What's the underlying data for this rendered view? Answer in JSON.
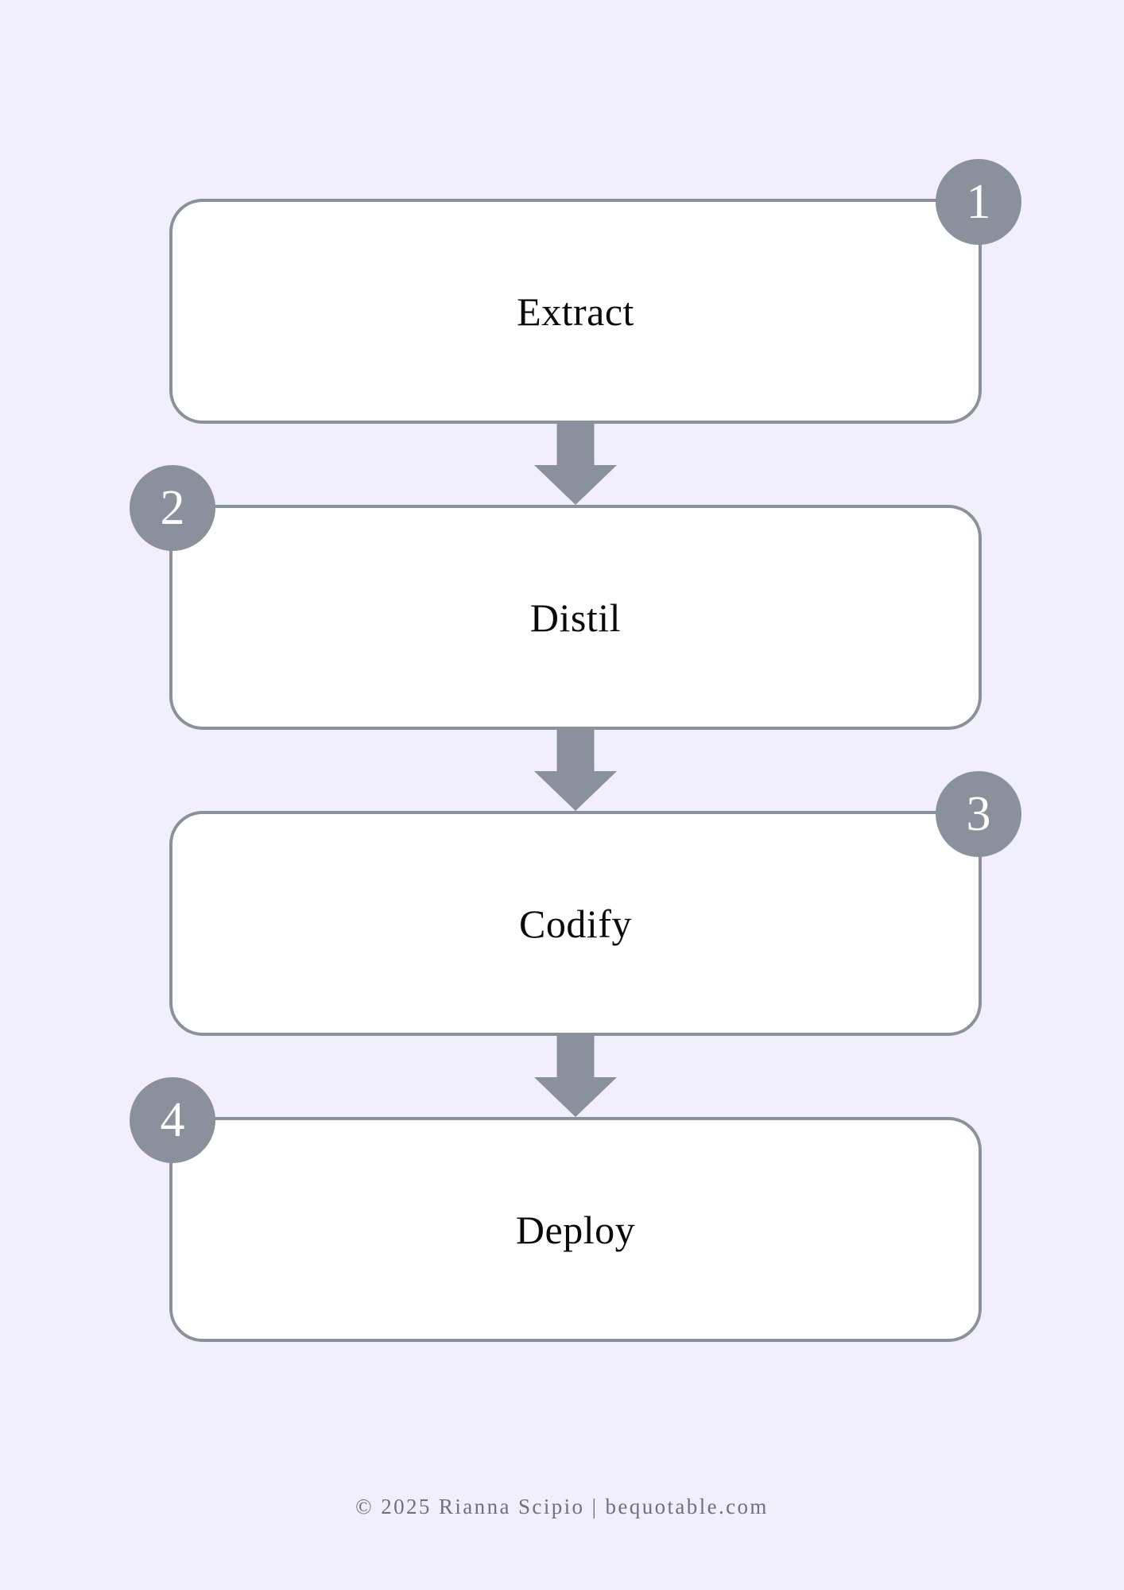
{
  "diagram": {
    "type": "vertical-flowchart",
    "background_color": "#f1eff9",
    "box_fill_color": "#ffffff",
    "box_border_color": "#8b919c",
    "badge_color": "#8b919c",
    "badge_text_color": "#ffffff",
    "arrow_color": "#8b919c",
    "label_color": "#0a0a0a",
    "steps": [
      {
        "number": "1",
        "label": "Extract",
        "badge_side": "right"
      },
      {
        "number": "2",
        "label": "Distil",
        "badge_side": "left"
      },
      {
        "number": "3",
        "label": "Codify",
        "badge_side": "right"
      },
      {
        "number": "4",
        "label": "Deploy",
        "badge_side": "left"
      }
    ]
  },
  "footer": {
    "text": "© 2025 Rianna Scipio | bequotable.com",
    "color": "#6e6e86"
  }
}
